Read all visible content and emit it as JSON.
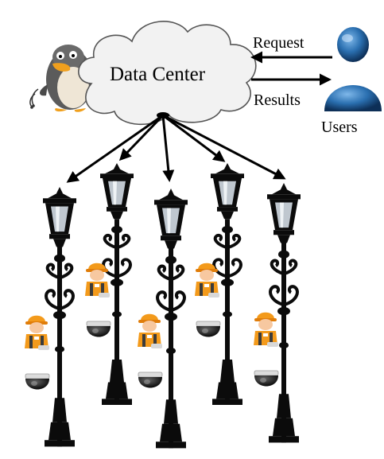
{
  "diagram": {
    "center_label": "Data Center",
    "request_label": "Request",
    "results_label": "Results",
    "users_label": "Users"
  },
  "icons": {
    "penguin": "penguin-icon",
    "cloud": "cloud-icon",
    "users": "user-icon",
    "lamp": "street-lamp-icon",
    "worker": "worker-icon",
    "camera": "dome-camera-icon"
  },
  "colors": {
    "cloud_fill": "#f2f2f2",
    "user_blue": "#1f5f9c",
    "worker_orange": "#f39a1b",
    "lamp_black": "#0b0b0b"
  }
}
